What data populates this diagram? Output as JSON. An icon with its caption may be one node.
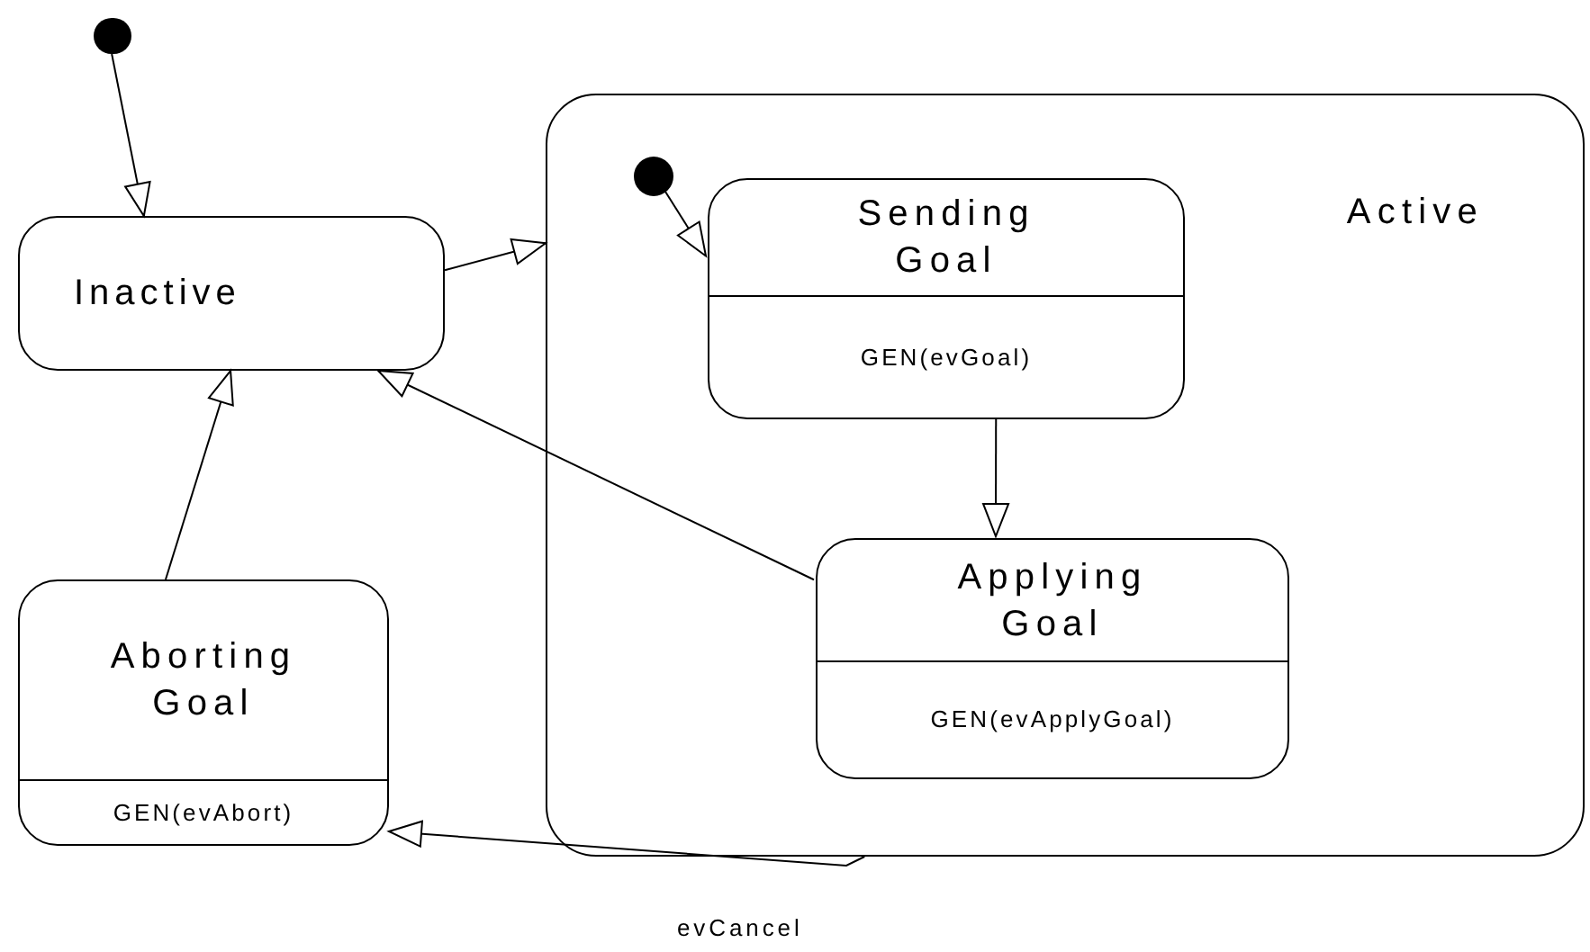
{
  "diagram": {
    "nodes": [
      {
        "text": [],
        "shape": "circle"
      },
      {
        "text": [
          "Inactive"
        ]
      },
      {
        "text": [
          "Active"
        ]
      },
      {
        "text": [],
        "shape": "circle",
        "in": 2
      },
      {
        "text": [
          "Sending Goal",
          "GEN(evGoal)"
        ],
        "in": 2
      },
      {
        "text": [
          "Applying Goal",
          "GEN(evApplyGoal)"
        ],
        "in": 2
      },
      {
        "text": [
          "Aborting Goal",
          "GEN(evAbort)"
        ]
      }
    ],
    "edges": [
      {
        "from": 0,
        "to": 1,
        "arrow": "to"
      },
      {
        "from": 1,
        "to": 2,
        "arrow": "to"
      },
      {
        "from": 3,
        "to": 4,
        "arrow": "to"
      },
      {
        "from": 4,
        "to": 5,
        "arrow": "to"
      },
      {
        "from": 5,
        "to": 1,
        "arrow": "to"
      },
      {
        "from": 6,
        "to": 1,
        "arrow": "to"
      },
      {
        "from": 2,
        "to": 6,
        "arrow": "to",
        "label": "evCancel"
      }
    ]
  }
}
